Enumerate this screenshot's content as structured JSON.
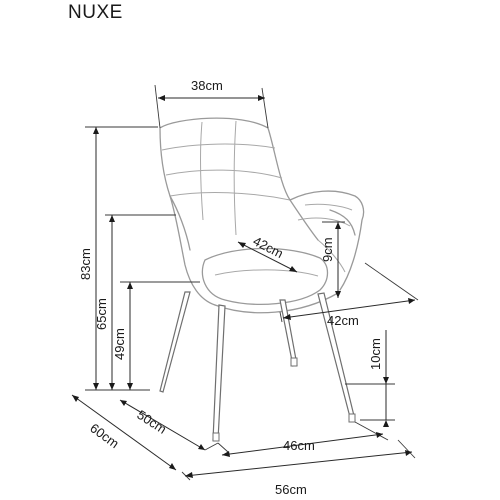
{
  "title": "NUXE",
  "dimensions": {
    "back_width": "38cm",
    "total_height": "83cm",
    "armrest_height": "65cm",
    "seat_height": "49cm",
    "seat_width": "42cm",
    "seat_depth": "42cm",
    "armrest_to_seat": "9cm",
    "leg_height_front": "10cm",
    "inner_depth": "50cm",
    "total_depth": "60cm",
    "leg_span": "46cm",
    "total_width": "56cm"
  }
}
